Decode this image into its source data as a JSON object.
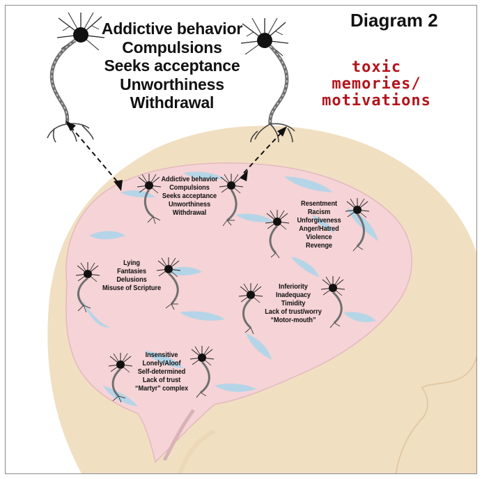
{
  "diagram": {
    "title": "Diagram 2",
    "annotation_lines": [
      "toxic",
      "memories/",
      "motivations"
    ],
    "callout": {
      "lines": [
        "Addictive behavior",
        "Compulsions",
        "Seeks acceptance",
        "Unworthiness",
        "Withdrawal"
      ]
    },
    "clusters": [
      {
        "id": "addictive",
        "lines": [
          "Addictive behavior",
          "Compulsions",
          "Seeks acceptance",
          "Unworthiness",
          "Withdrawal"
        ]
      },
      {
        "id": "resentment",
        "lines": [
          "Resentment",
          "Racism",
          "Unforgiveness",
          "Anger/Hatred",
          "Violence",
          "Revenge"
        ]
      },
      {
        "id": "lying",
        "lines": [
          "Lying",
          "Fantasies",
          "Delusions",
          "Misuse of Scripture"
        ]
      },
      {
        "id": "inferiority",
        "lines": [
          "Inferiority",
          "Inadequacy",
          "Timidity",
          "Lack of trust/worry",
          "“Motor-mouth”"
        ]
      },
      {
        "id": "insensitive",
        "lines": [
          "Insensitive",
          "Lonely/Aloof",
          "Self-determined",
          "Lack of trust",
          "“Martyr” complex"
        ]
      }
    ]
  },
  "colors": {
    "head_skin": "#f1dfc2",
    "brain_pink": "#f5d3d6",
    "brain_fold_blue": "#a9d6ea",
    "annotation_red": "#b3141b",
    "neuron_body": "#111111",
    "axon_gray": "#6f6f6f"
  },
  "icons": [
    "neuron-icon",
    "dashed-arrow-icon"
  ]
}
